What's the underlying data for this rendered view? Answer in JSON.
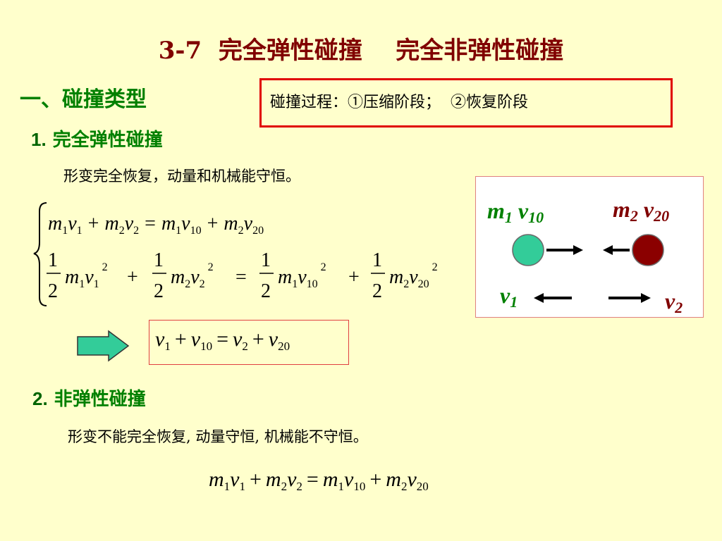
{
  "title": "3-7  完全弹性碰撞    完全非弹性碰撞",
  "section": {
    "heading": "一、碰撞类型"
  },
  "process_box": {
    "text": "碰撞过程：①压缩阶段；  ②恢复阶段"
  },
  "elastic": {
    "number": "1.",
    "heading": "完全弹性碰撞",
    "description": "形变完全恢复，动量和机械能守恒。",
    "frac_num": "1",
    "frac_den": "2",
    "square": "2"
  },
  "diagram": {
    "m1_label": "m",
    "m1_sub": "1",
    "v10_label": "v",
    "v10_sub": "10",
    "m2_label": "m",
    "m2_sub": "2",
    "v20_label": "v",
    "v20_sub": "20",
    "v1_label": "v",
    "v1_sub": "1",
    "v2_label": "v",
    "v2_sub": "2",
    "ball1_color": "#33cc99",
    "ball2_color": "#8b0000"
  },
  "result": {
    "lhs1": "v",
    "lhs1_sub": "1",
    "lhs2": "v",
    "lhs2_sub": "10",
    "rhs1": "v",
    "rhs1_sub": "2",
    "rhs2": "v",
    "rhs2_sub": "20",
    "plus": "+",
    "equals": "="
  },
  "inelastic": {
    "number": "2.",
    "heading": "非弹性碰撞",
    "description": "形变不能完全恢复, 动量守恒, 机械能不守恒。"
  },
  "momentum": {
    "m": "m",
    "v": "v",
    "s1": "1",
    "s2": "2",
    "s10": "10",
    "s20": "20",
    "plus": "+",
    "equals": "="
  }
}
